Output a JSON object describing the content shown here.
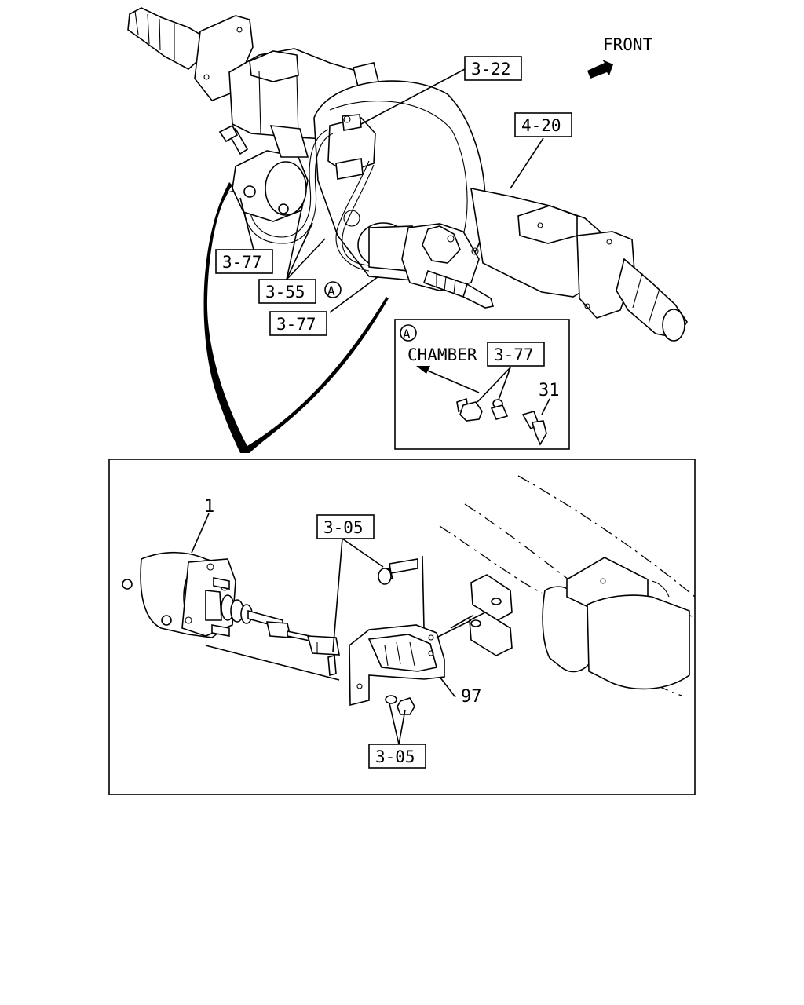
{
  "direction": {
    "label": "FRONT"
  },
  "callouts": {
    "c_3_22": "3-22",
    "c_4_20": "4-20",
    "c_3_77_left": "3-77",
    "c_3_55": "3-55",
    "c_3_77_lower": "3-77",
    "detail_marker_top": "A"
  },
  "detail_a": {
    "marker": "A",
    "chamber_label": "CHAMBER",
    "callout": "3-77",
    "part_number": "31"
  },
  "main_detail": {
    "part_1": "1",
    "callout_top": "3-05",
    "part_97": "97",
    "callout_bottom": "3-05"
  }
}
